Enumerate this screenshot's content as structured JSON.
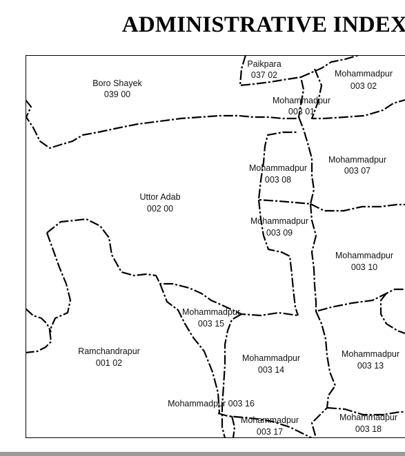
{
  "title": "ADMINISTRATIVE INDEX",
  "regions": [
    {
      "id": "boro-shayek",
      "name": "Boro Shayek",
      "code": "039 00"
    },
    {
      "id": "paikpara",
      "name": "Paikpara",
      "code": "037 02"
    },
    {
      "id": "mohammadpur-0302",
      "name": "Mohammadpur",
      "code": "003 02"
    },
    {
      "id": "mohammadpur-0301",
      "name": "Mohammadpur",
      "code": "003 01"
    },
    {
      "id": "mohammadpur-0307",
      "name": "Mohammadpur",
      "code": "003 07"
    },
    {
      "id": "mohammadpur-0308",
      "name": "Mohammadpur",
      "code": "003 08"
    },
    {
      "id": "uttor-adab",
      "name": "Uttor Adab",
      "code": "002 00"
    },
    {
      "id": "mohammadpur-0309",
      "name": "Mohammadpur",
      "code": "003 09"
    },
    {
      "id": "mohammadpur-0310",
      "name": "Mohammadpur",
      "code": "003 10"
    },
    {
      "id": "mohammadpur-0315",
      "name": "Mohammadpur",
      "code": "003 15"
    },
    {
      "id": "ramchandrapur",
      "name": "Ramchandrapur",
      "code": "001 02"
    },
    {
      "id": "mohammadpur-0314",
      "name": "Mohammadpur",
      "code": "003 14"
    },
    {
      "id": "mohammadpur-0313",
      "name": "Mohammadpur",
      "code": "003 13"
    },
    {
      "id": "mohammadpur-0316",
      "name": "Mohammadpur 003 16",
      "code": ""
    },
    {
      "id": "mohammadpur-0317",
      "name": "Mohammadpur",
      "code": "003 17"
    },
    {
      "id": "mohammadpur-0318",
      "name": "Mohammadpur",
      "code": "003 18"
    }
  ]
}
